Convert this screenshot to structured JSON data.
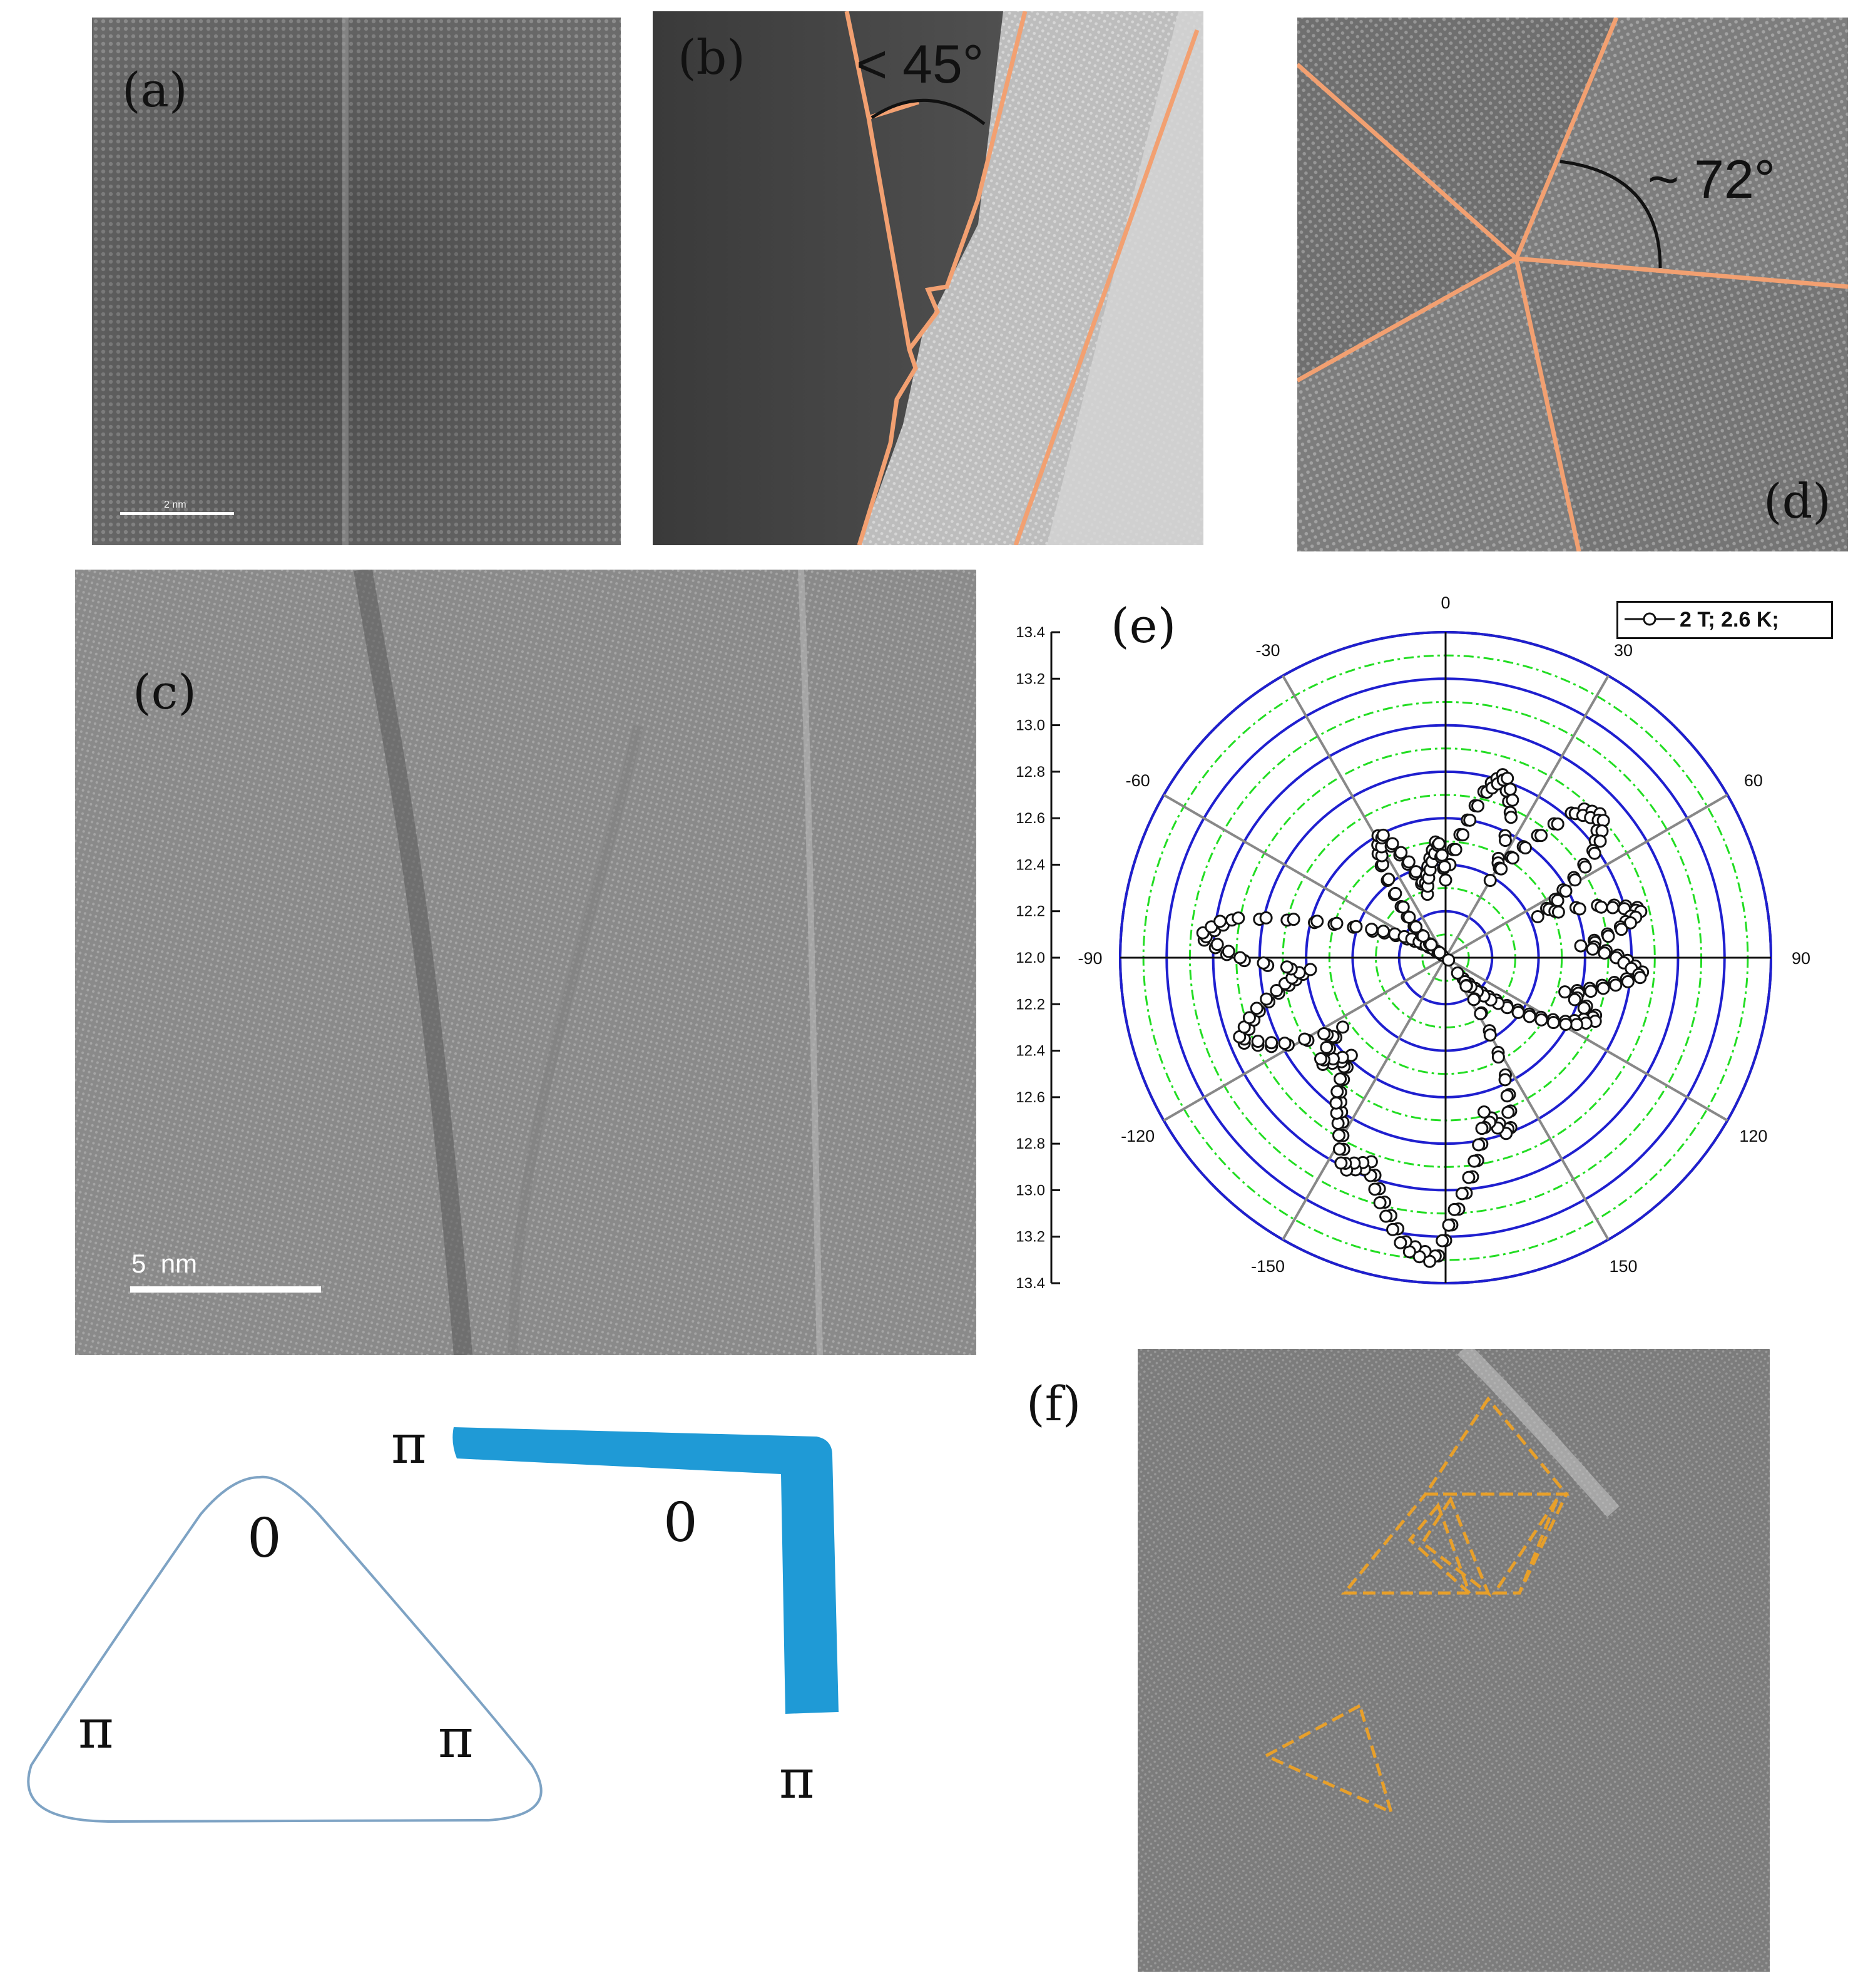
{
  "figure": {
    "panel_a": {
      "label": "(a)",
      "scalebar": "2 nm"
    },
    "panel_b": {
      "label": "(b)",
      "angle": "< 45°"
    },
    "panel_d": {
      "label": "(d)",
      "angle": "~ 72°"
    },
    "panel_c": {
      "label": "(c)",
      "scalebar": "5  nm"
    },
    "panel_f": {
      "label": "(f)"
    },
    "diagram": {
      "triangle_top": "0",
      "triangle_left": "π",
      "triangle_right": "π",
      "corner_start": "π",
      "corner_middle": "0",
      "corner_end": "π"
    }
  },
  "chart_data": {
    "type": "polar-scatter",
    "label": "(e)",
    "legend": "2 T; 2.6 K;",
    "angle_ticks": [
      "0",
      "30",
      "60",
      "90",
      "120",
      "150",
      "-150",
      "-120",
      "-90",
      "-60",
      "-30"
    ],
    "radial_ticks": [
      "13.4",
      "13.2",
      "13.0",
      "12.8",
      "12.6",
      "12.4",
      "12.2",
      "12.0",
      "12.2",
      "12.4",
      "12.6",
      "12.8",
      "13.0",
      "13.2",
      "13.4"
    ],
    "r_min": 12.0,
    "r_max": 13.4,
    "colors": {
      "rings_major": "#1f1fcf",
      "rings_minor": "#22dd22",
      "data": "#111111"
    },
    "points": [
      [
        0,
        12.35
      ],
      [
        8,
        12.55
      ],
      [
        14,
        12.75
      ],
      [
        18,
        12.82
      ],
      [
        24,
        12.7
      ],
      [
        30,
        12.4
      ],
      [
        36,
        12.6
      ],
      [
        42,
        12.85
      ],
      [
        48,
        12.9
      ],
      [
        54,
        12.8
      ],
      [
        60,
        12.6
      ],
      [
        66,
        12.45
      ],
      [
        72,
        12.72
      ],
      [
        76,
        12.86
      ],
      [
        80,
        12.78
      ],
      [
        85,
        12.6
      ],
      [
        90,
        12.75
      ],
      [
        95,
        12.85
      ],
      [
        100,
        12.7
      ],
      [
        106,
        12.55
      ],
      [
        112,
        12.7
      ],
      [
        118,
        12.6
      ],
      [
        124,
        12.45
      ],
      [
        130,
        12.3
      ],
      [
        136,
        12.2
      ],
      [
        142,
        12.1
      ],
      [
        148,
        12.3
      ],
      [
        154,
        12.6
      ],
      [
        160,
        12.8
      ],
      [
        166,
        12.7
      ],
      [
        172,
        12.9
      ],
      [
        178,
        13.1
      ],
      [
        -178,
        13.3
      ],
      [
        -172,
        13.25
      ],
      [
        -166,
        13.1
      ],
      [
        -160,
        12.95
      ],
      [
        -154,
        13.0
      ],
      [
        -148,
        12.85
      ],
      [
        -142,
        12.75
      ],
      [
        -136,
        12.6
      ],
      [
        -130,
        12.7
      ],
      [
        -124,
        12.55
      ],
      [
        -118,
        12.8
      ],
      [
        -112,
        12.95
      ],
      [
        -106,
        12.85
      ],
      [
        -100,
        12.7
      ],
      [
        -95,
        12.6
      ],
      [
        -90,
        12.9
      ],
      [
        -85,
        13.05
      ],
      [
        -80,
        12.95
      ],
      [
        -75,
        12.6
      ],
      [
        -70,
        12.35
      ],
      [
        -64,
        12.2
      ],
      [
        -58,
        12.1
      ],
      [
        -52,
        12.0
      ],
      [
        -46,
        12.15
      ],
      [
        -40,
        12.3
      ],
      [
        -34,
        12.5
      ],
      [
        -28,
        12.6
      ],
      [
        -22,
        12.45
      ],
      [
        -16,
        12.3
      ],
      [
        -10,
        12.4
      ],
      [
        -4,
        12.5
      ]
    ]
  }
}
